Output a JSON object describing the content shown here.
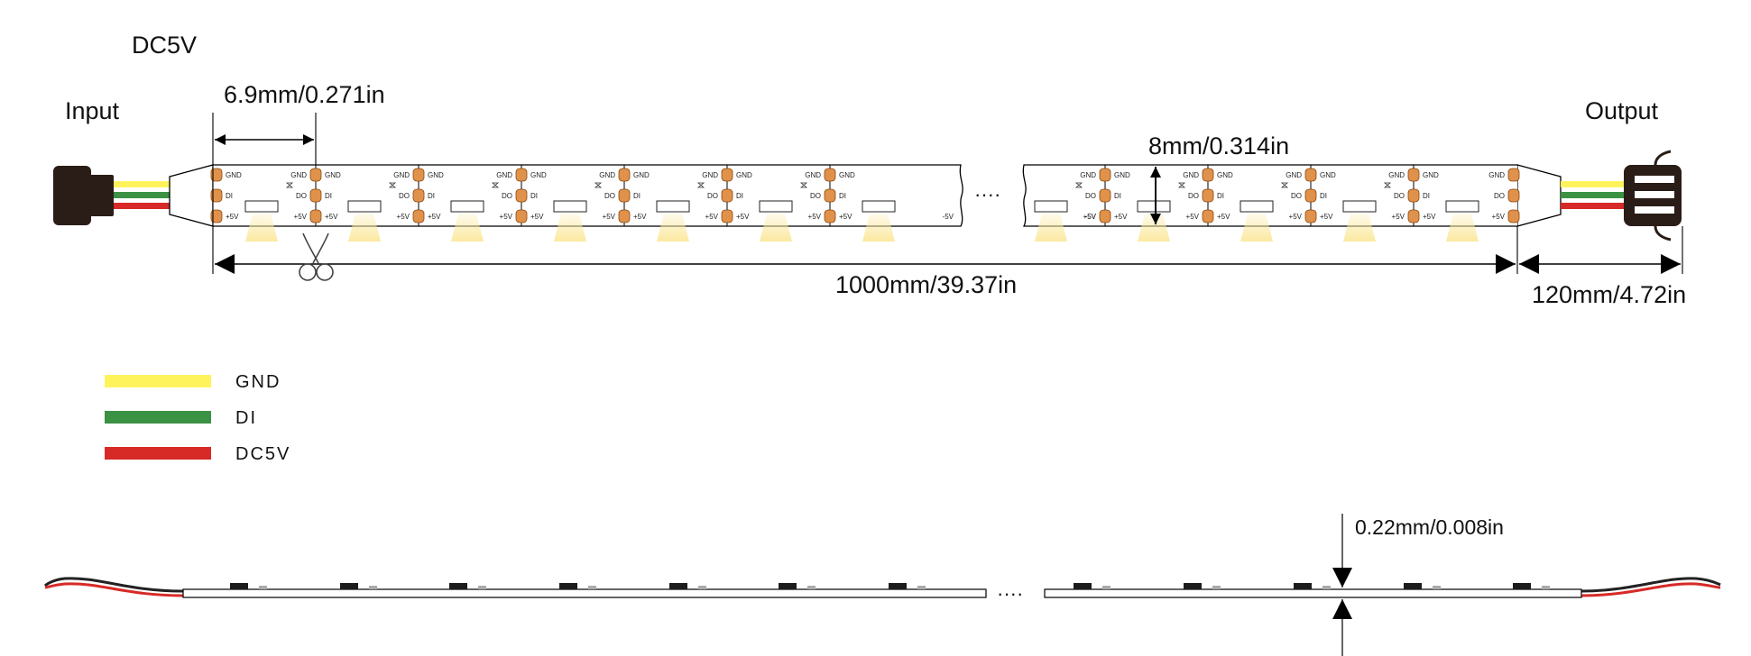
{
  "voltage_title": "DC5V",
  "input_label": "Input",
  "output_label": "Output",
  "dimensions": {
    "cut_length": "6.9mm/0.271in",
    "width": "8mm/0.314in",
    "total_length": "1000mm/39.37in",
    "lead_length": "120mm/4.72in",
    "thickness": "0.22mm/0.008in"
  },
  "ellipsis": "····",
  "pads": {
    "gnd": "GND",
    "di": "DI",
    "do": "DO",
    "plus5v": "+5V",
    "minus5v": "-5V"
  },
  "legend": [
    {
      "label": "GND",
      "color": "#fff35c"
    },
    {
      "label": "DI",
      "color": "#3b9144"
    },
    {
      "label": "DC5V",
      "color": "#d72a27"
    }
  ],
  "colors": {
    "pad": "#e0914a",
    "pad_stroke": "#8a4a12",
    "led_glow": "#fbe9a0",
    "connector": "#2a1d17",
    "wire_black": "#222222",
    "wire_red": "#d72a27"
  }
}
